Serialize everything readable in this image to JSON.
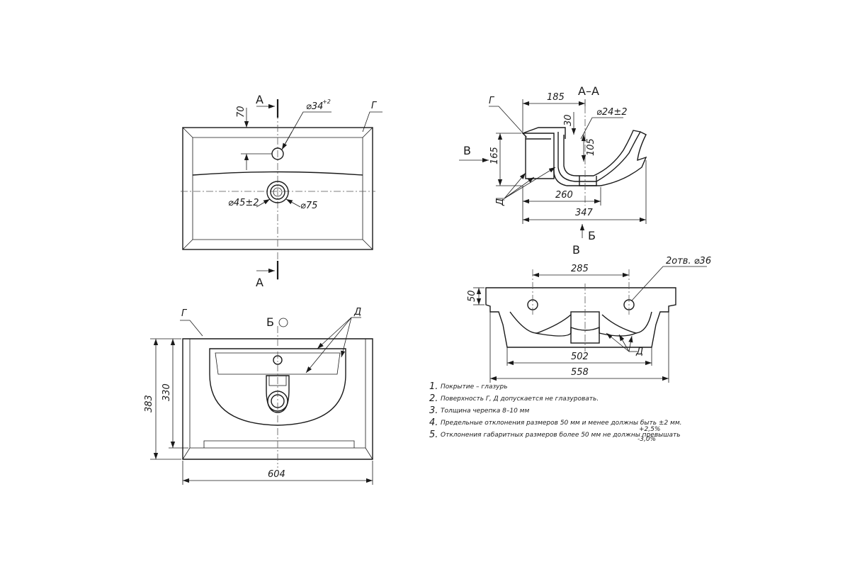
{
  "views": {
    "top": {
      "section_label_top": "А",
      "section_label_bottom": "А",
      "surface_mark": "Г"
    },
    "front": {
      "surface_mark": "Г",
      "detail_mark": "Б",
      "hatch_mark": "Д"
    },
    "section": {
      "title": "А–А",
      "surface_mark": "Г",
      "hatch_mark": "Д",
      "arrow_v": "В",
      "arrow_b": "Б"
    },
    "side": {
      "title": "В",
      "hatch_mark": "Д",
      "holes_note": "2отв. ⌀36"
    }
  },
  "dimensions": {
    "top_70": "70",
    "top_d34": "⌀34",
    "top_d34_tol": "+2",
    "top_d45": "⌀45±2",
    "top_d75": "⌀75",
    "front_383": "383",
    "front_330": "330",
    "front_604": "604",
    "sec_185": "185",
    "sec_30": "30",
    "sec_d24": "⌀24±2",
    "sec_165": "165",
    "sec_105": "105",
    "sec_260": "260",
    "sec_347": "347",
    "side_285": "285",
    "side_50": "50",
    "side_502": "502",
    "side_558": "558"
  },
  "notes": [
    {
      "num": "1.",
      "text": "Покрытие – глазурь"
    },
    {
      "num": "2.",
      "text": "Поверхность Г, Д допускается не глазуровать."
    },
    {
      "num": "3.",
      "text": "Толщина черепка 8–10 мм"
    },
    {
      "num": "4.",
      "text": "Предельные отклонения размеров 50 мм и менее должны быть ±2  мм."
    },
    {
      "num": "5.",
      "text": "Отклонения габаритных размеров более 50 мм не должны превышать"
    }
  ],
  "tolerance_plus": "+2,5%",
  "tolerance_minus": "-3,0%"
}
